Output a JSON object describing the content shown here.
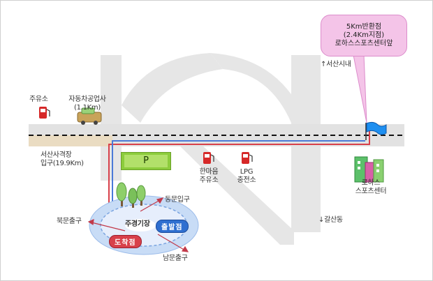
{
  "callout": {
    "lines": [
      "5Km반환점",
      "(2.4Km지점)",
      "로하스스포츠센터앞"
    ]
  },
  "labels": {
    "seosan_city": "↑서산시내",
    "galsan_dong": "↓갈산동",
    "gas_station": "주유소",
    "car_repair": [
      "자동차공업사",
      "(1.1Km)"
    ],
    "toll_gate": [
      "서산사격장",
      "입구(19.9Km)"
    ],
    "hanmaeum_station": [
      "한마음",
      "주유소"
    ],
    "lpg_station": [
      "LPG",
      "충전소"
    ],
    "lohas_center": [
      "로하스",
      "스포츠센터"
    ],
    "east_gate": "동문입구",
    "north_gate": "북문출구",
    "south_gate": "남문출구",
    "stadium": "주경기장",
    "start_point": "출발점",
    "finish_point": "도착점",
    "parking": "P"
  },
  "colors": {
    "road": "#e6e6e6",
    "main_road": "#e2e2e2",
    "beige_road": "#eadcc2",
    "red_route": "#d8404a",
    "blue_route": "#4a7ad8",
    "callout_fill": "#f4c4e8",
    "parking": "#8ccc3c"
  },
  "icons": [
    "gas-pump-icon",
    "car-icon",
    "flag-icon",
    "tree-icon",
    "building-icon",
    "parking-icon"
  ]
}
